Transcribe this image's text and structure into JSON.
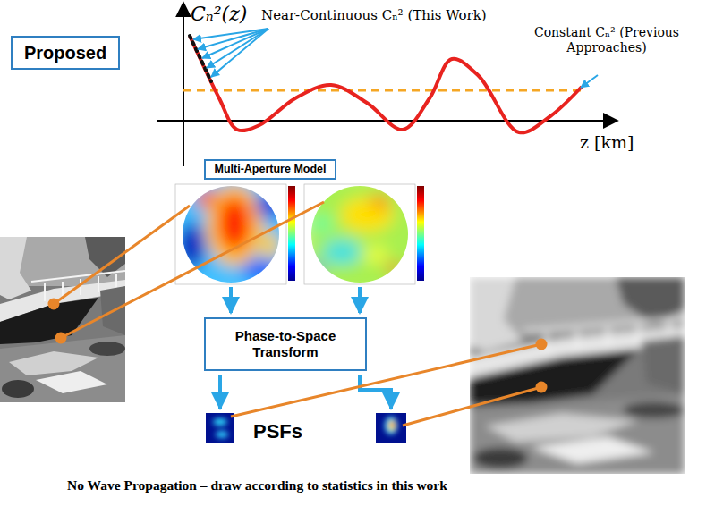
{
  "diagram": {
    "caption": "No Wave Propagation – draw according to statistics in this work",
    "nodes": [
      {
        "text": [
          "Proposed"
        ]
      },
      {
        "text": [
          "Multi-Aperture Model"
        ]
      },
      {
        "text": [
          "Phase-to-Space Transform"
        ]
      }
    ],
    "labels": [
      "Cₙ²(z)",
      "Near-Continuous Cₙ² (This Work)",
      "Constant Cₙ² (Previous Approaches)",
      "z [km]",
      "PSFs"
    ]
  }
}
